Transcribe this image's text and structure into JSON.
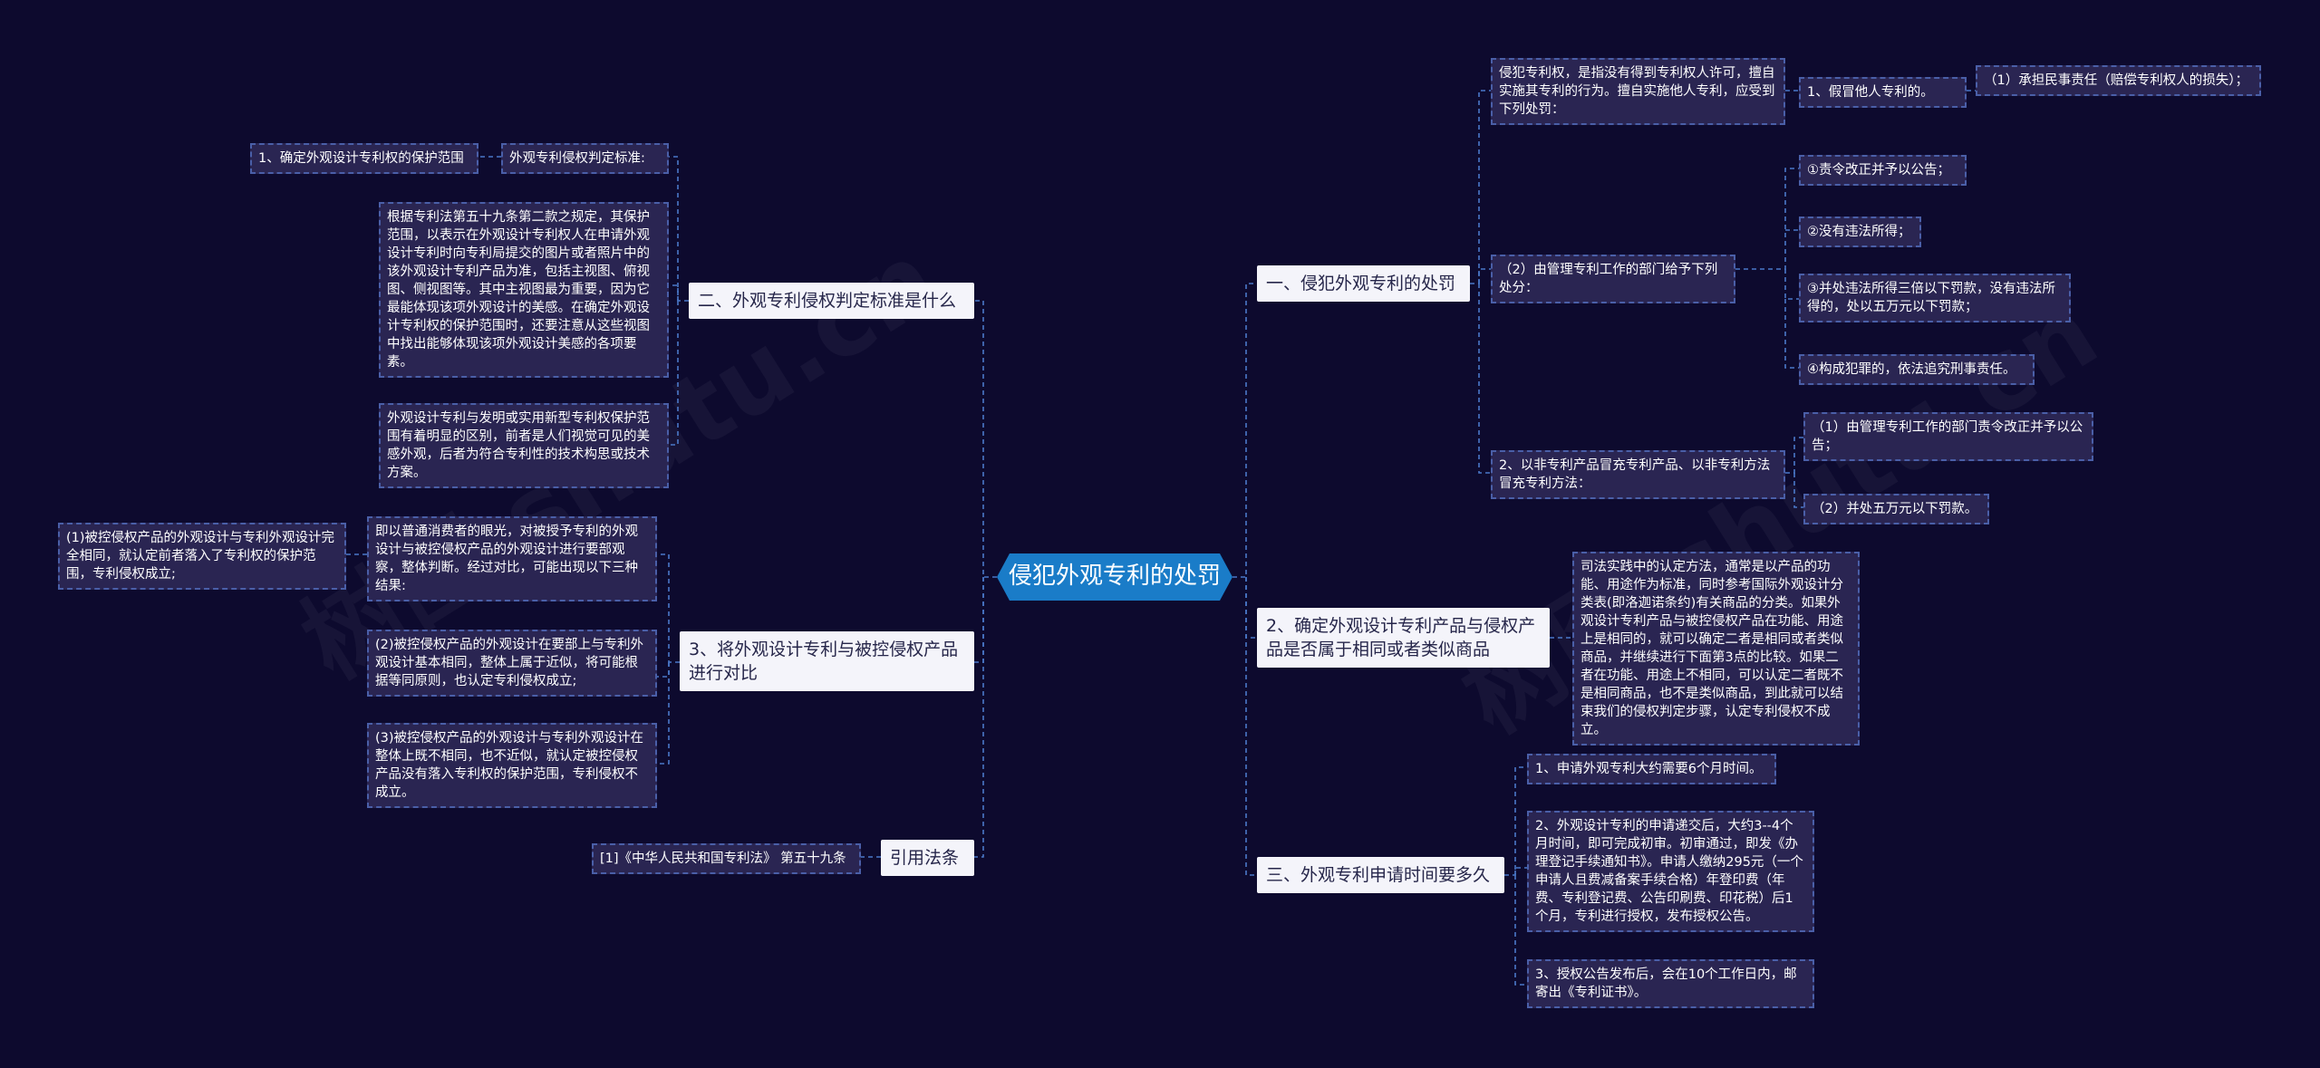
{
  "title": "侵犯外观专利的处罚",
  "watermark": "树图 shutu.cn",
  "colors": {
    "background": "#0d0a2e",
    "center": "#1a7cc8",
    "branch": "#f4f4fa",
    "leaf": "#2a2552",
    "leaf_border": "#4a5fa8",
    "line": "#4a78c8"
  },
  "branches": {
    "r1": "一、侵犯外观专利的处罚",
    "r2": "2、确定外观设计专利产品与侵权产品是否属于相同或者类似商品",
    "r3": "三、外观专利申请时间要多久",
    "l1": "二、外观专利侵权判定标准是什么",
    "l2": "3、将外观设计专利与被控侵权产品进行对比",
    "l3": "引用法条"
  },
  "leaves": {
    "r1a": "侵犯专利权，是指没有得到专利权人许可，擅自实施其专利的行为。擅自实施他人专利，应受到下列处罚：",
    "r1a1": "1、假冒他人专利的。",
    "r1a1a": "（1）承担民事责任（赔偿专利权人的损失）；",
    "r1b": "（2）由管理专利工作的部门给予下列处分：",
    "r1b1": "①责令改正并予以公告；",
    "r1b2": "②没有违法所得；",
    "r1b3": "③并处违法所得三倍以下罚款，没有违法所得的，处以五万元以下罚款；",
    "r1b4": "④构成犯罪的，依法追究刑事责任。",
    "r1c": "2、以非专利产品冒充专利产品、以非专利方法冒充专利方法：",
    "r1c1": "（1）由管理专利工作的部门责令改正并予以公告；",
    "r1c2": "（2）并处五万元以下罚款。",
    "r2a": "司法实践中的认定方法，通常是以产品的功能、用途作为标准，同时参考国际外观设计分类表(即洛迦诺条约)有关商品的分类。如果外观设计专利产品与被控侵权产品在功能、用途上是相同的，就可以确定二者是相同或者类似商品，并继续进行下面第3点的比较。如果二者在功能、用途上不相同，可以认定二者既不是相同商品，也不是类似商品，到此就可以结束我们的侵权判定步骤，认定专利侵权不成立。",
    "r3a": "1、申请外观专利大约需要6个月时间。",
    "r3b": "2、外观设计专利的申请递交后，大约3--4个月时间，即可完成初审。初审通过，即发《办理登记手续通知书》。申请人缴纳295元（一个申请人且费减备案手续合格）年登印费（年费、专利登记费、公告印刷费、印花税）后1个月，专利进行授权，发布授权公告。",
    "r3c": "3、授权公告发布后，会在10个工作日内，邮寄出《专利证书》。",
    "l1a": "外观专利侵权判定标准:",
    "l1a1": "1、确定外观设计专利权的保护范围",
    "l1b": "根据专利法第五十九条第二款之规定，其保护范围，以表示在外观设计专利权人在申请外观设计专利时向专利局提交的图片或者照片中的该外观设计专利产品为准，包括主视图、俯视图、侧视图等。其中主视图最为重要，因为它最能体现该项外观设计的美感。在确定外观设计专利权的保护范围时，还要注意从这些视图中找出能够体现该项外观设计美感的各项要素。",
    "l1c": "外观设计专利与发明或实用新型专利权保护范围有着明显的区别，前者是人们视觉可见的美感外观，后者为符合专利性的技术构思或技术方案。",
    "l2a": "即以普通消费者的眼光，对被授予专利的外观设计与被控侵权产品的外观设计进行要部观察，整体判断。经过对比，可能出现以下三种结果:",
    "l2a1": "(1)被控侵权产品的外观设计与专利外观设计完全相同，就认定前者落入了专利权的保护范围，专利侵权成立;",
    "l2b": "(2)被控侵权产品的外观设计在要部上与专利外观设计基本相同，整体上属于近似，将可能根据等同原则，也认定专利侵权成立;",
    "l2c": "(3)被控侵权产品的外观设计与专利外观设计在整体上既不相同，也不近似，就认定被控侵权产品没有落入专利权的保护范围，专利侵权不成立。",
    "l3a": "[1]《中华人民共和国专利法》 第五十九条"
  }
}
